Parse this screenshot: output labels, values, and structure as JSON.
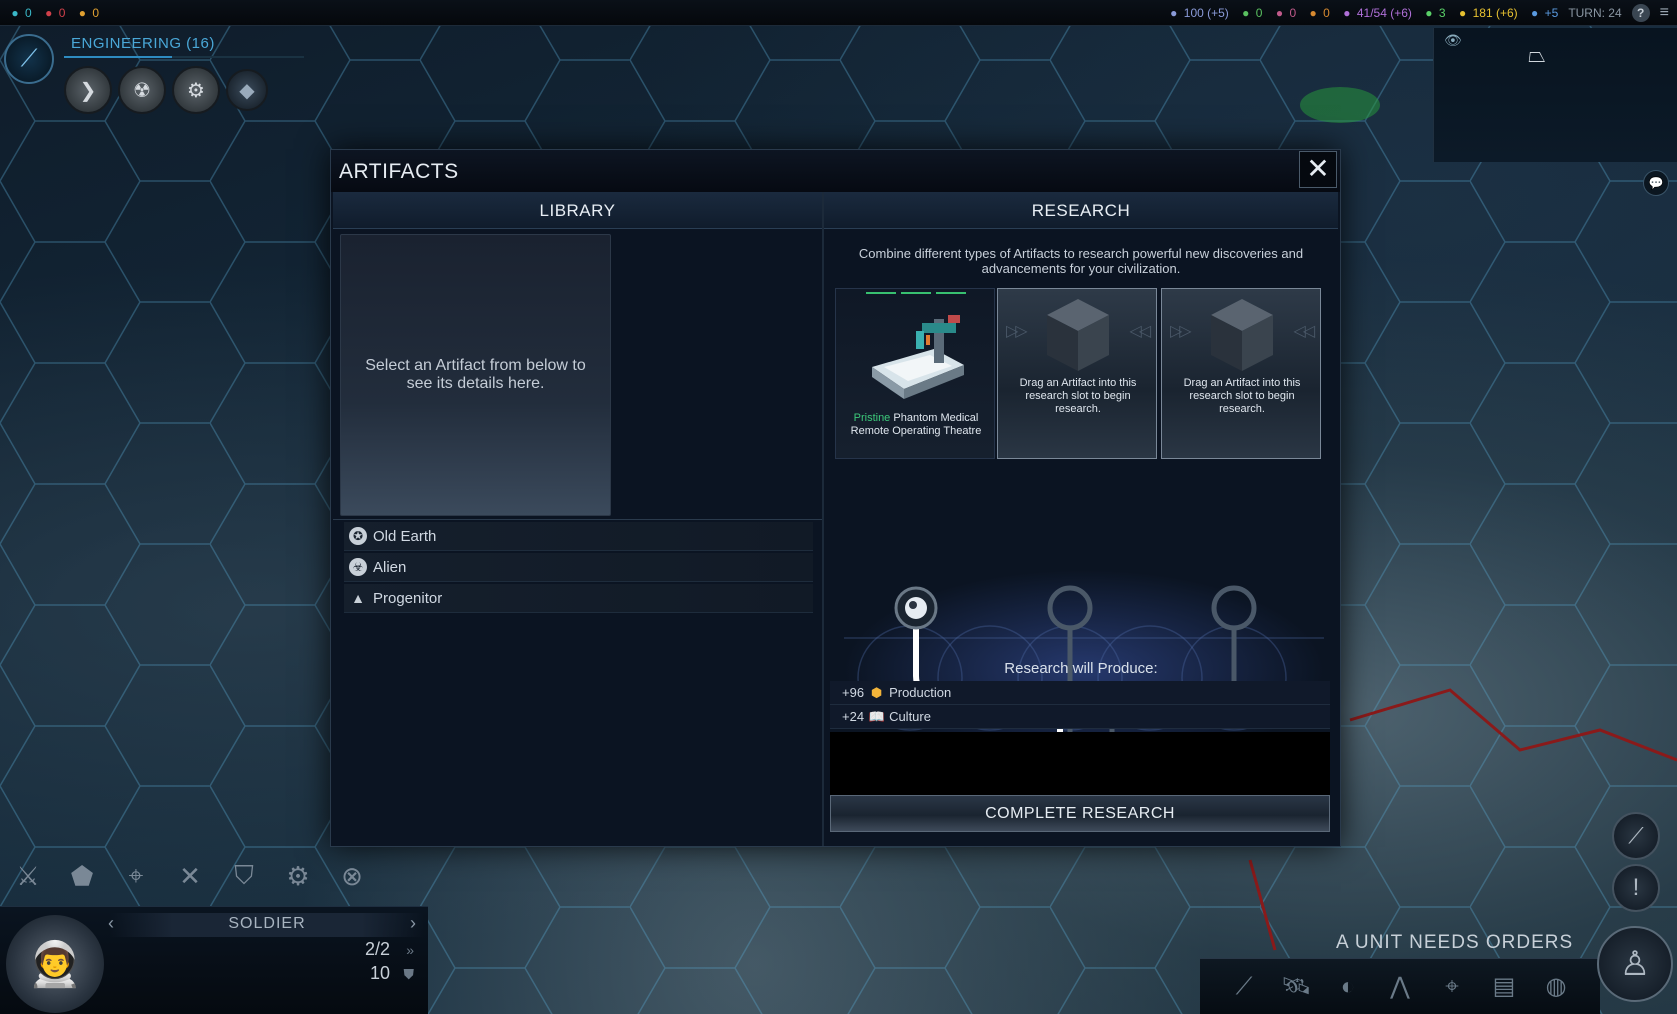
{
  "topbar": {
    "left": [
      {
        "icon": "gem-icon",
        "value": "0",
        "color": "#3ab8c8"
      },
      {
        "icon": "crystal-icon",
        "value": "0",
        "color": "#d0404a"
      },
      {
        "icon": "firaxite-icon",
        "value": "0",
        "color": "#e0a030"
      }
    ],
    "right": [
      {
        "icon": "energy-icon",
        "value": "100 (+5)",
        "color": "#8a9ad8"
      },
      {
        "icon": "health-icon",
        "value": "0",
        "color": "#5ac060"
      },
      {
        "icon": "affinity-icon",
        "value": "0",
        "color": "#c05a8a"
      },
      {
        "icon": "fire-icon",
        "value": "0",
        "color": "#d88a30"
      },
      {
        "icon": "culture-icon",
        "value": "41/54 (+6)",
        "color": "#b070d8"
      },
      {
        "icon": "health-pulse-icon",
        "value": "3",
        "color": "#5ad068"
      },
      {
        "icon": "energy-coin-icon",
        "value": "181 (+6)",
        "color": "#e6c030"
      },
      {
        "icon": "science-icon",
        "value": "+5",
        "color": "#5a9ae0"
      }
    ],
    "turn": "TURN: 24",
    "help": "?",
    "menu": "≡"
  },
  "engineering": {
    "title": "ENGINEERING (16)",
    "icons": [
      "chevron-right-icon",
      "hazard-icon",
      "wrench-building-icon",
      "cube-icon"
    ]
  },
  "dialog": {
    "title": "ARTIFACTS",
    "close": "✕",
    "library": {
      "heading": "LIBRARY",
      "detail_placeholder": "Select an Artifact from below to see its details here.",
      "items": [
        {
          "icon": "old-earth-icon",
          "glyph": "✪",
          "label": "Old Earth"
        },
        {
          "icon": "alien-icon",
          "glyph": "☣",
          "label": "Alien"
        },
        {
          "icon": "progenitor-icon",
          "glyph": "▲",
          "label": "Progenitor"
        }
      ]
    },
    "research": {
      "heading": "RESEARCH",
      "description": "Combine different types of Artifacts to research powerful new discoveries and advancements for your civilization.",
      "slot_filled": {
        "quality": "Pristine",
        "name": "Phantom Medical Remote Operating Theatre"
      },
      "slot_empty_text": "Drag an Artifact into this research slot to begin research.",
      "produce_label": "Research will Produce:",
      "produce": [
        {
          "amount": "+96",
          "icon": "production-icon",
          "glyph": "⬢",
          "label": "Production"
        },
        {
          "amount": "+24",
          "icon": "culture-book-icon",
          "glyph": "📖",
          "label": "Culture"
        }
      ],
      "complete_button": "COMPLETE RESEARCH"
    }
  },
  "unit": {
    "name": "SOLDIER",
    "moves": "2/2",
    "strength": "10"
  },
  "bottom_right": {
    "notification": "A UNIT NEEDS ORDERS"
  }
}
